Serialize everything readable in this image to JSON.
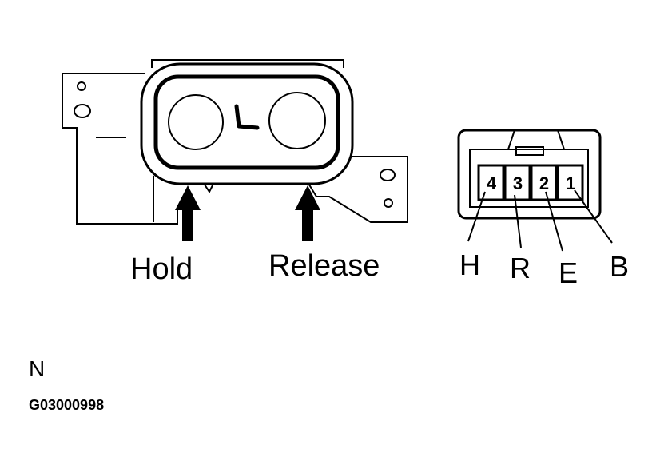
{
  "switch": {
    "hold_label": "Hold",
    "release_label": "Release",
    "seat_symbol": "seat-icon"
  },
  "connector": {
    "pins": [
      {
        "number": "4",
        "wire": "H"
      },
      {
        "number": "3",
        "wire": "R"
      },
      {
        "number": "2",
        "wire": "E"
      },
      {
        "number": "1",
        "wire": "B"
      }
    ]
  },
  "footer": {
    "view_letter": "N",
    "figure_code": "G03000998"
  }
}
